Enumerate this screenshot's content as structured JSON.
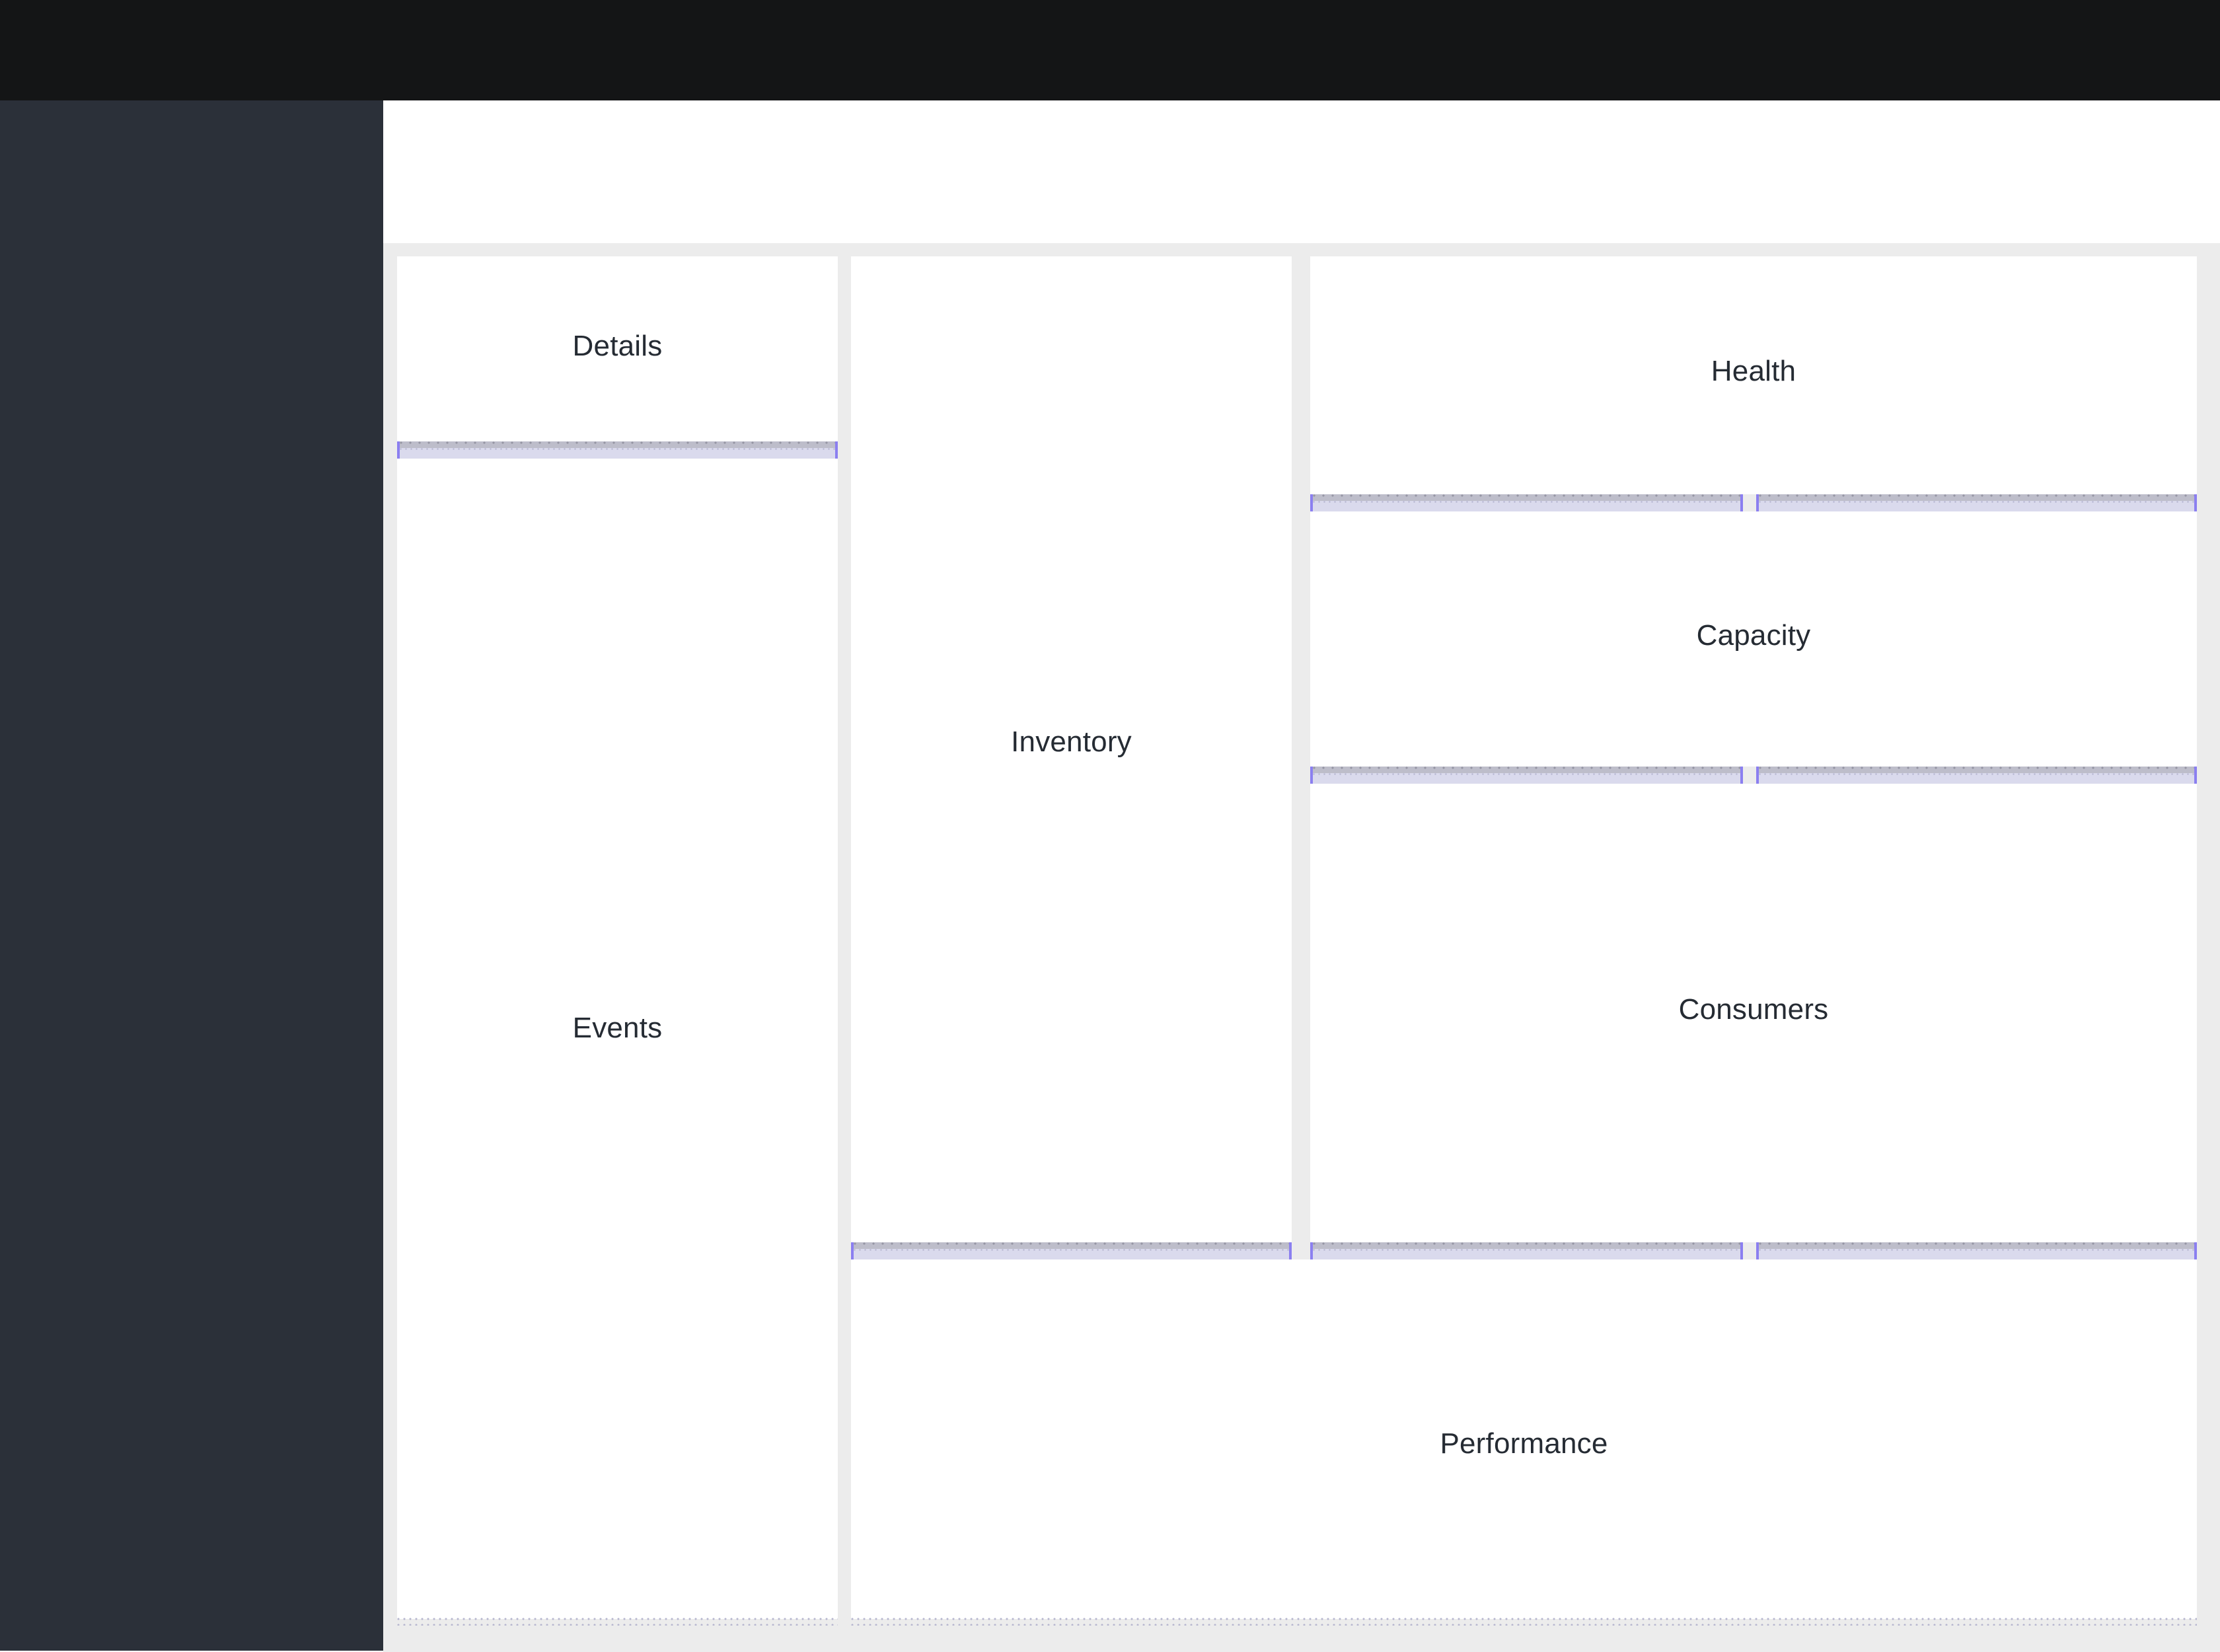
{
  "window": {
    "title_bar_color": "#141516",
    "sidebar_color": "#2b3039",
    "canvas_color": "#ececec",
    "panel_color": "#ffffff",
    "accent_color": "#8b7ff0",
    "splitter_fill": "#dadaed",
    "text_color": "#252b33"
  },
  "dashboard": {
    "panels": [
      {
        "id": "details",
        "label": "Details"
      },
      {
        "id": "events",
        "label": "Events"
      },
      {
        "id": "inventory",
        "label": "Inventory"
      },
      {
        "id": "health",
        "label": "Health"
      },
      {
        "id": "capacity",
        "label": "Capacity"
      },
      {
        "id": "consumers",
        "label": "Consumers"
      },
      {
        "id": "performance",
        "label": "Performance"
      }
    ]
  }
}
